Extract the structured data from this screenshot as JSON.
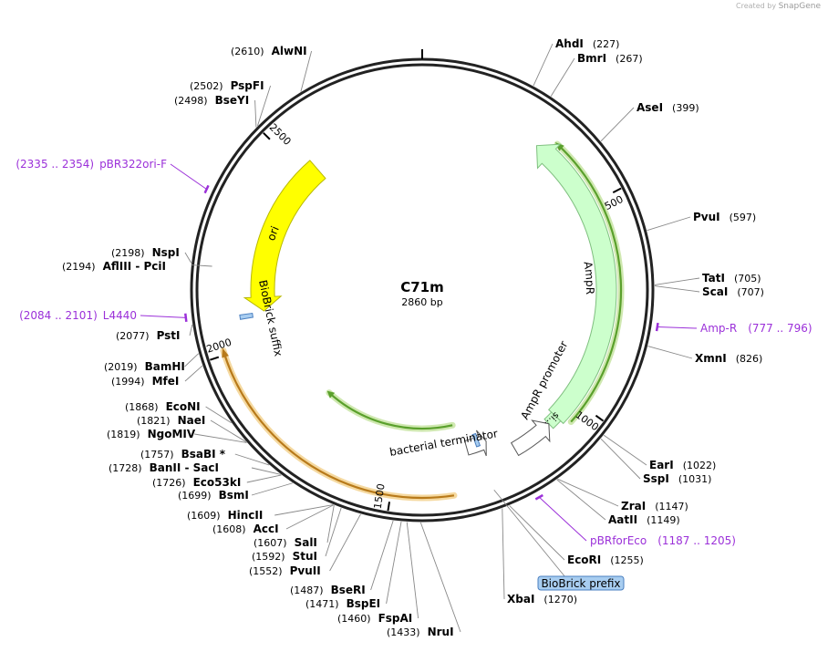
{
  "credit": {
    "prefix": "Created by",
    "brand": "SnapGene"
  },
  "plasmid": {
    "name": "C71m",
    "size": 2860,
    "size_label": "2860 bp"
  },
  "ticks": [
    {
      "pos": 500,
      "label": "500"
    },
    {
      "pos": 1000,
      "label": "1000"
    },
    {
      "pos": 1500,
      "label": "1500"
    },
    {
      "pos": 2000,
      "label": "2000"
    },
    {
      "pos": 2500,
      "label": "2500"
    }
  ],
  "features": [
    {
      "name": "ori",
      "color": "#ffff00",
      "stroke": "#b8b800",
      "type": "arrow",
      "ring": 175,
      "from": 2535,
      "to": 2085,
      "label": "ori"
    },
    {
      "name": "AmpR",
      "color": "#ccffcc",
      "stroke": "#7fbf7f",
      "type": "arrow",
      "ring": 202,
      "from": 1060,
      "to": 305,
      "label": "AmpR"
    },
    {
      "name": "si...",
      "color": "#ccffcc",
      "stroke": "#7fbf7f",
      "type": "box",
      "ring": 202,
      "from": 1085,
      "to": 1060,
      "label": "si..."
    },
    {
      "name": "AmpR promoter",
      "color": "#ffffff",
      "stroke": "#555555",
      "type": "arrow",
      "ring": 202,
      "from": 1190,
      "to": 1085,
      "label": "AmpR promoter"
    },
    {
      "name": "bacterial terminator",
      "color": "#ffffff",
      "stroke": "#555555",
      "type": "arrow",
      "ring": 180,
      "from": 1305,
      "to": 1248,
      "label": "bacterial terminator"
    },
    {
      "name": "BioBrick suffix",
      "color": "#a8cdf0",
      "stroke": "#4a7fc0",
      "type": "box",
      "ring": 195,
      "from": 2083,
      "to": 2072,
      "label": "BioBrick suffix"
    },
    {
      "name": "BioBrick prefix box",
      "color": "#a8cdf0",
      "stroke": "#4a7fc0",
      "type": "box",
      "ring": 175,
      "from": 1278,
      "to": 1268,
      "label": ""
    }
  ],
  "orfs": [
    {
      "name": "orf-green-outer",
      "color": "#5aa02c",
      "glow": "#cfe8b0",
      "ring": 218,
      "from": 1045,
      "to": 340
    },
    {
      "name": "orf-green-inner",
      "color": "#5aa02c",
      "glow": "#cfe8b0",
      "ring": 152,
      "from": 1330,
      "to": 1765
    },
    {
      "name": "orf-orange",
      "color": "#b87a1a",
      "glow": "#f5d9a0",
      "ring": 228,
      "from": 1360,
      "to": 2010
    }
  ],
  "primers": [
    {
      "name": "Amp-R",
      "range": "(777 .. 796)",
      "pos": 786,
      "dir": 1,
      "color": "#9b30d9"
    },
    {
      "name": "pBRforEco",
      "range": "(1187 .. 1205)",
      "pos": 1196,
      "dir": 1,
      "color": "#9b30d9"
    },
    {
      "name": "L4440",
      "range": "(2084 .. 2101)",
      "pos": 2092,
      "dir": -1,
      "color": "#9b30d9"
    },
    {
      "name": "pBR322ori-F",
      "range": "(2335 .. 2354)",
      "pos": 2344,
      "dir": -1,
      "color": "#9b30d9"
    }
  ],
  "enzymes": [
    {
      "name": "AhdI",
      "pos": "(227)",
      "bp": 227
    },
    {
      "name": "BmrI",
      "pos": "(267)",
      "bp": 267
    },
    {
      "name": "AseI",
      "pos": "(399)",
      "bp": 399
    },
    {
      "name": "PvuI",
      "pos": "(597)",
      "bp": 597
    },
    {
      "name": "TatI",
      "pos": "(705)",
      "bp": 705
    },
    {
      "name": "ScaI",
      "pos": "(707)",
      "bp": 707
    },
    {
      "name": "XmnI",
      "pos": "(826)",
      "bp": 826
    },
    {
      "name": "EarI",
      "pos": "(1022)",
      "bp": 1022
    },
    {
      "name": "SspI",
      "pos": "(1031)",
      "bp": 1031
    },
    {
      "name": "ZraI",
      "pos": "(1147)",
      "bp": 1147
    },
    {
      "name": "AatII",
      "pos": "(1149)",
      "bp": 1149
    },
    {
      "name": "EcoRI",
      "pos": "(1255)",
      "bp": 1255
    },
    {
      "name": "XbaI",
      "pos": "(1270)",
      "bp": 1270
    },
    {
      "name": "NruI",
      "pos": "(1433)",
      "bp": 1433
    },
    {
      "name": "FspAI",
      "pos": "(1460)",
      "bp": 1460
    },
    {
      "name": "BspEI",
      "pos": "(1471)",
      "bp": 1471
    },
    {
      "name": "BseRI",
      "pos": "(1487)",
      "bp": 1487
    },
    {
      "name": "PvuII",
      "pos": "(1552)",
      "bp": 1552
    },
    {
      "name": "StuI",
      "pos": "(1592)",
      "bp": 1592
    },
    {
      "name": "SalI",
      "pos": "(1607)",
      "bp": 1607
    },
    {
      "name": "AccI",
      "pos": "(1608)",
      "bp": 1608
    },
    {
      "name": "HincII",
      "pos": "(1609)",
      "bp": 1609
    },
    {
      "name": "BsmI",
      "pos": "(1699)",
      "bp": 1699
    },
    {
      "name": "Eco53kI",
      "pos": "(1726)",
      "bp": 1726
    },
    {
      "name": "BanII  -  SacI",
      "pos": "(1728)",
      "bp": 1728
    },
    {
      "name": "BsaBI *",
      "pos": "(1757)",
      "bp": 1757
    },
    {
      "name": "NgoMIV",
      "pos": "(1819)",
      "bp": 1819
    },
    {
      "name": "NaeI",
      "pos": "(1821)",
      "bp": 1821
    },
    {
      "name": "EcoNI",
      "pos": "(1868)",
      "bp": 1868
    },
    {
      "name": "MfeI",
      "pos": "(1994)",
      "bp": 1994
    },
    {
      "name": "BamHI",
      "pos": "(2019)",
      "bp": 2019
    },
    {
      "name": "PstI",
      "pos": "(2077)",
      "bp": 2077
    },
    {
      "name": "AflIII  -  PciI",
      "pos": "(2194)",
      "bp": 2194
    },
    {
      "name": "NspI",
      "pos": "(2198)",
      "bp": 2198
    },
    {
      "name": "BseYI",
      "pos": "(2498)",
      "bp": 2498
    },
    {
      "name": "PspFI",
      "pos": "(2502)",
      "bp": 2502
    },
    {
      "name": "AlwNI",
      "pos": "(2610)",
      "bp": 2610
    }
  ],
  "callouts": {
    "biobrick_prefix": {
      "label": "BioBrick prefix",
      "bp": 1273
    }
  }
}
